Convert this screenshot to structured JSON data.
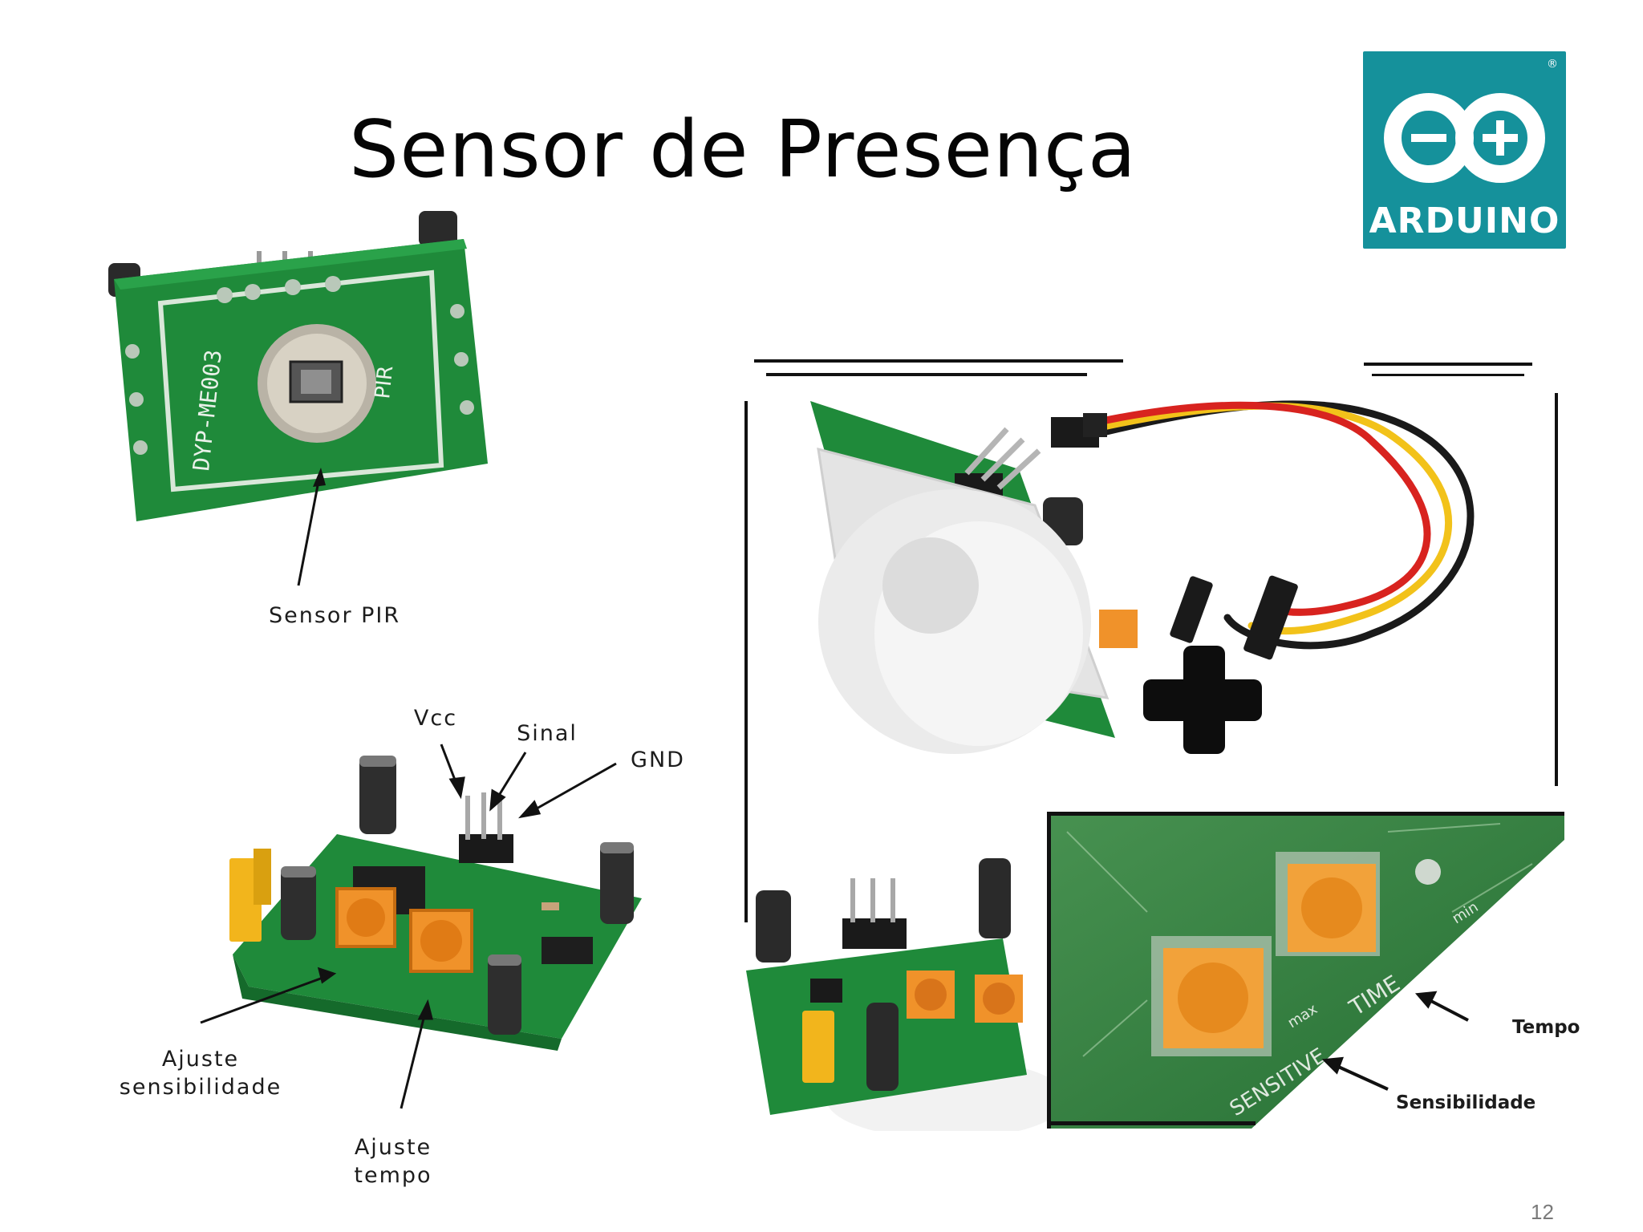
{
  "slide": {
    "title": "Sensor de Presença",
    "page_number": "12"
  },
  "logo": {
    "text": "ARDUINO",
    "registered": "®",
    "background": "#15919b"
  },
  "pir_module": {
    "board_text": "DYP-ME003",
    "board_mark": "PIR",
    "callout": "Sensor PIR"
  },
  "pinout_board": {
    "labels": {
      "vcc": "Vcc",
      "signal": "Sinal",
      "gnd": "GND",
      "sensitivity_line1": "Ajuste",
      "sensitivity_line2": "sensibilidade",
      "time_line1": "Ajuste",
      "time_line2": "tempo"
    }
  },
  "zoom_panel": {
    "labels": {
      "time": "Tempo",
      "sensitivity": "Sensibilidade"
    },
    "silkscreen": {
      "time": "TIME",
      "sensitive": "SENSITIVE",
      "min": "min",
      "max": "max"
    }
  },
  "colors": {
    "pcb_green": "#1f8a3a",
    "trimmer_orange": "#f0922a",
    "wire_red": "#d8231f",
    "wire_yellow": "#f2c21a",
    "wire_black": "#1a1a1a",
    "arduino_teal": "#15919b"
  }
}
